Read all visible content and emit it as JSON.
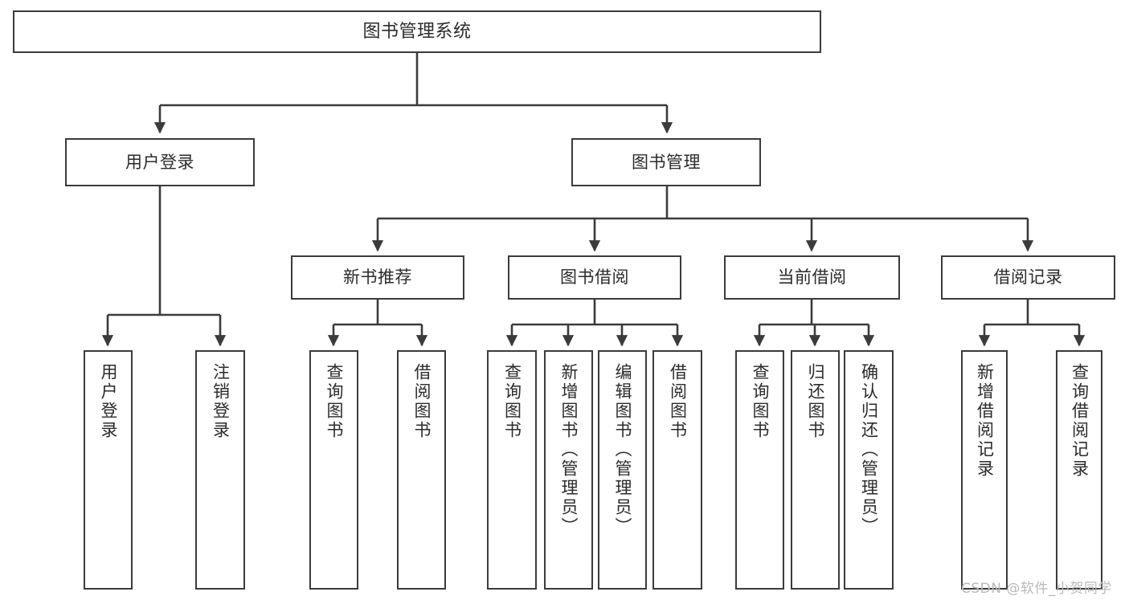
{
  "diagram": {
    "type": "tree",
    "title": "图书管理系统",
    "watermark": "CSDN @软件_小贺同学",
    "colors": {
      "stroke": "#3b3b3b",
      "fill": "#ffffff",
      "text": "#2b2b2b",
      "watermark": "#b9b9b9"
    },
    "nodes": {
      "root": {
        "label": "图书管理系统"
      },
      "level2": [
        {
          "label": "用户登录"
        },
        {
          "label": "图书管理"
        }
      ],
      "level3": [
        {
          "label": "新书推荐"
        },
        {
          "label": "图书借阅"
        },
        {
          "label": "当前借阅"
        },
        {
          "label": "借阅记录"
        }
      ],
      "leaves": {
        "user_login": [
          {
            "label": "用户登录"
          },
          {
            "label": "注销登录"
          }
        ],
        "new_book": [
          {
            "label": "查询图书"
          },
          {
            "label": "借阅图书"
          }
        ],
        "borrow_book": [
          {
            "label": "查询图书"
          },
          {
            "label": "新增图书（管理员）"
          },
          {
            "label": "编辑图书（管理员）"
          },
          {
            "label": "借阅图书"
          }
        ],
        "current_borrow": [
          {
            "label": "查询图书"
          },
          {
            "label": "归还图书"
          },
          {
            "label": "确认归还（管理员）"
          }
        ],
        "borrow_record": [
          {
            "label": "新增借阅记录"
          },
          {
            "label": "查询借阅记录"
          }
        ]
      }
    }
  }
}
